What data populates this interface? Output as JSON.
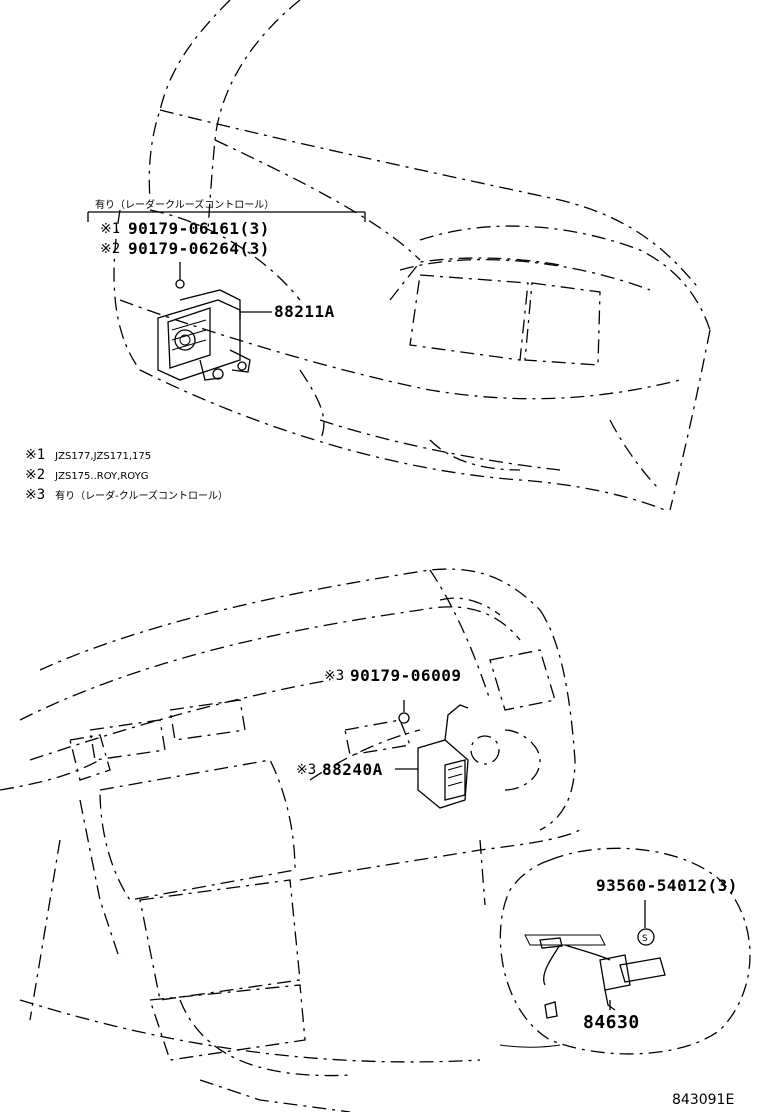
{
  "upper_group": {
    "header": "有り（レーダークルーズコントロール）",
    "bolt_1_marker": "※1",
    "bolt_1_part": "90179-06161(3)",
    "bolt_2_marker": "※2",
    "bolt_2_part": "90179-06264(3)",
    "sensor_part": "88211A"
  },
  "legend": {
    "items": [
      {
        "marker": "※1",
        "text": "JZS177,JZS171,175"
      },
      {
        "marker": "※2",
        "text": "JZS175..ROY,ROYG"
      },
      {
        "marker": "※3",
        "text": "有り（レーダ-クルーズコントロール）"
      }
    ]
  },
  "lower_group": {
    "nut_marker": "※3",
    "nut_part": "90179-06009",
    "ecu_marker": "※3",
    "ecu_part": "88240A",
    "screw_part": "93560-54012(3)",
    "switch_part": "84630"
  },
  "figure_code": "843091E"
}
